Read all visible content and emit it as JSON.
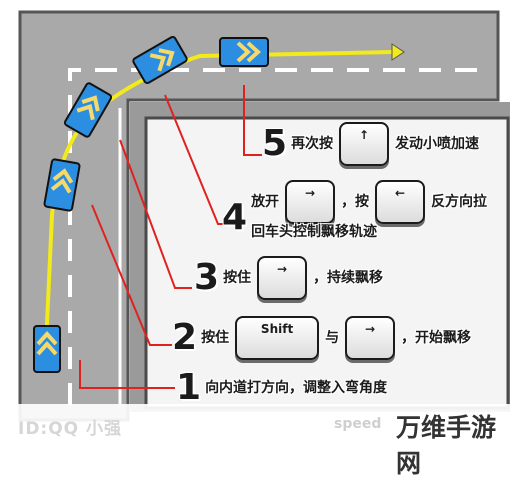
{
  "steps": [
    {
      "number": "1",
      "text": "向内道打方向，调整入弯角度"
    },
    {
      "number": "2",
      "text_before": "按住",
      "key1": "Shift",
      "connector": "与",
      "key2": "→",
      "text_after": "，开始飘移"
    },
    {
      "number": "3",
      "text_before": "按住",
      "key": "→",
      "text_after": "，持续飘移"
    },
    {
      "number": "4",
      "line1_a": "放开",
      "key1": "→",
      "line1_b": "，按",
      "key2": "←",
      "line1_c": "反方向拉",
      "line2": "回车头控制飘移轨迹"
    },
    {
      "number": "5",
      "text_before": "再次按",
      "key": "↑",
      "text_after": "发动小喷加速"
    }
  ],
  "watermark": {
    "left": "ID:QQ 小强",
    "middle": "speed",
    "right": "万维手游网"
  },
  "colors": {
    "road": "#a7a7a7",
    "track": "#f2ea1a",
    "car": "#2c8ee0",
    "leader": "#e0221f"
  }
}
